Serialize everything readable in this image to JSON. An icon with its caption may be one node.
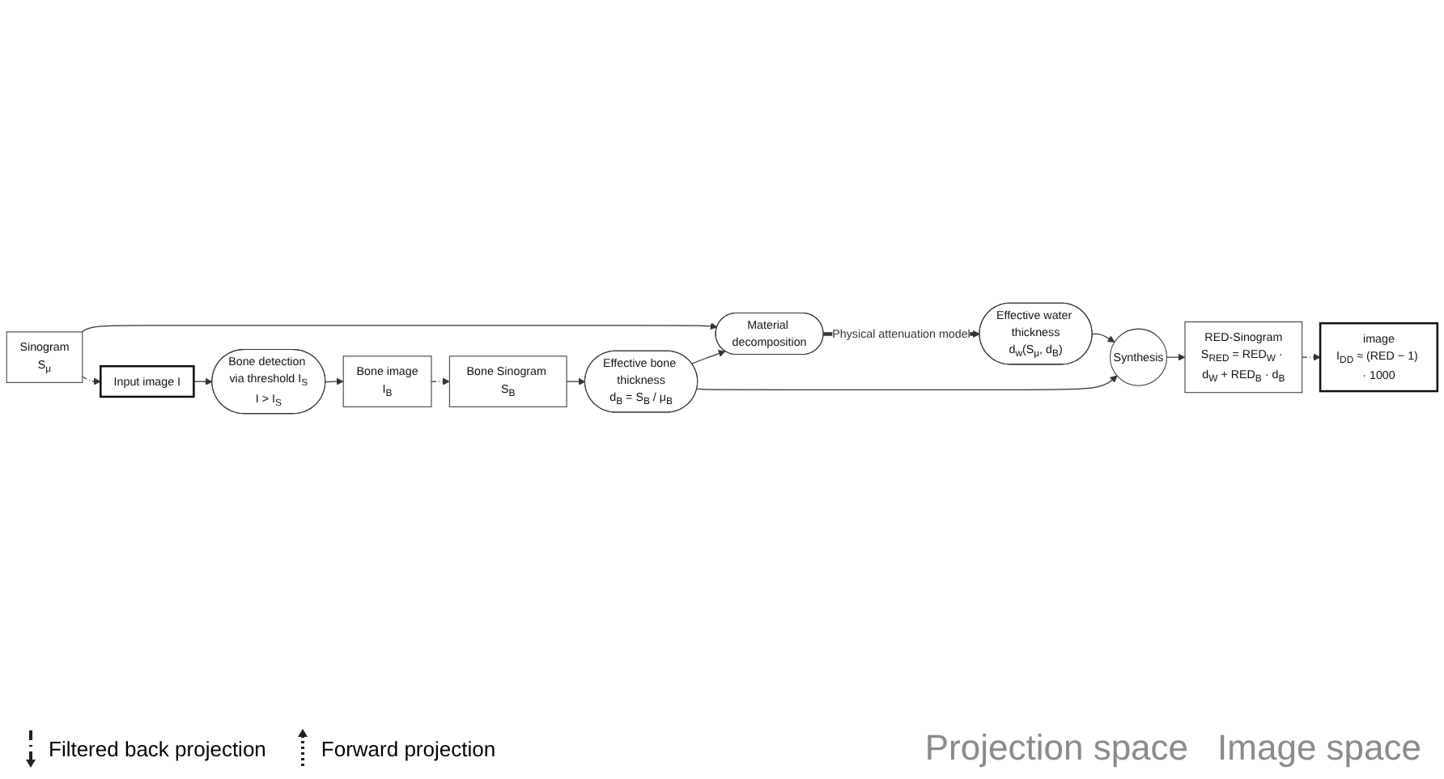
{
  "diagram": {
    "nodes": [
      {
        "text": [
          "Sinogram",
          "S$_{μ}$"
        ]
      },
      {
        "text": [
          "Material decomposition"
        ]
      },
      {
        "text": [
          "Effective water thickness",
          "d$_{w}$(S$_{μ}$, d$_{B}$)"
        ]
      },
      {
        "text": [
          "Effective bone thickness",
          "d$_{B}$ = S$_{B}$ / μ$_{B}$"
        ]
      },
      {
        "text": [
          "Synthesis"
        ]
      },
      {
        "text": [
          "RED-Sinogram",
          "S$_{RED}$ = RED$_{W}$ · d$_{W}$ + RED$_{B}$ · d$_{B}$"
        ]
      },
      {
        "text": [
          "Bone Sinogram S$_{B}$"
        ]
      },
      {
        "text": [
          "Input image I"
        ]
      },
      {
        "text": [
          "Bone detection via threshold I$_{S}$",
          "I > I$_{S}$"
        ]
      },
      {
        "text": [
          "Bone image",
          "I$_{B}$"
        ]
      },
      {
        "text": [
          "image",
          "I$_{DD}$ ≈ (RED − 1) · 1000"
        ]
      }
    ],
    "edges": [
      {
        "from": 0,
        "to": 1,
        "arrow": "to"
      },
      {
        "from": 3,
        "to": 1,
        "arrow": "to"
      },
      {
        "from": 1,
        "to": 2,
        "arrow": "to",
        "label": "Physical attenuation model",
        "style": "thick"
      },
      {
        "from": 2,
        "to": 4,
        "arrow": "to"
      },
      {
        "from": 3,
        "to": 4,
        "arrow": "to"
      },
      {
        "from": 4,
        "to": 5,
        "arrow": "to"
      },
      {
        "from": 6,
        "to": 3,
        "arrow": "to"
      },
      {
        "from": 0,
        "to": 7,
        "arrow": "to",
        "style": "dashed"
      },
      {
        "from": 7,
        "to": 8,
        "arrow": "to"
      },
      {
        "from": 8,
        "to": 9,
        "arrow": "to"
      },
      {
        "from": 9,
        "to": 6,
        "arrow": "to",
        "style": "dashed"
      },
      {
        "from": 5,
        "to": 10,
        "arrow": "to",
        "style": "dashed"
      }
    ],
    "labels": [
      "Projection space",
      "Image space"
    ],
    "legend": [
      {
        "text": "Filtered back projection"
      },
      {
        "text": "Forward projection"
      }
    ]
  }
}
